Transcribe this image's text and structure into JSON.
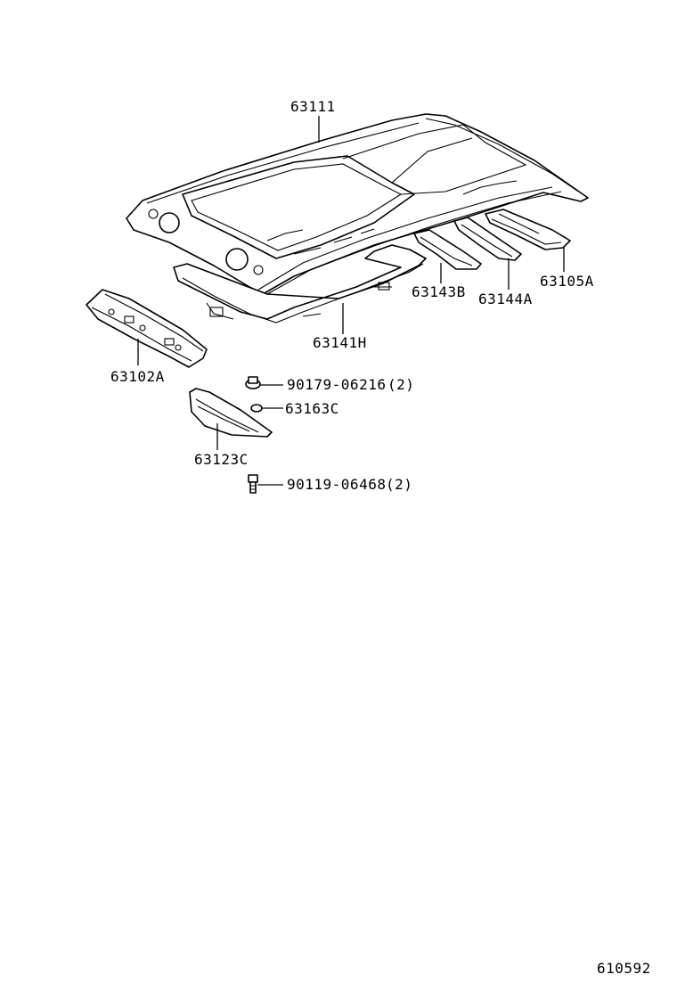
{
  "diagram": {
    "parts": [
      {
        "id": "roof-panel",
        "label": "63111"
      },
      {
        "id": "roof-rail-side-rear",
        "label": "63105A"
      },
      {
        "id": "roof-bow-1",
        "label": "63143B"
      },
      {
        "id": "roof-bow-2",
        "label": "63144A"
      },
      {
        "id": "sunroof-reinforcement",
        "label": "63141H"
      },
      {
        "id": "front-header-panel",
        "label": "63102A"
      },
      {
        "id": "nut",
        "label": "90179-06216",
        "qty": "(2)"
      },
      {
        "id": "clip",
        "label": "63163C"
      },
      {
        "id": "bracket",
        "label": "63123C"
      },
      {
        "id": "bolt",
        "label": "90119-06468",
        "qty": "(2)"
      }
    ],
    "diagram_code": "610592"
  }
}
